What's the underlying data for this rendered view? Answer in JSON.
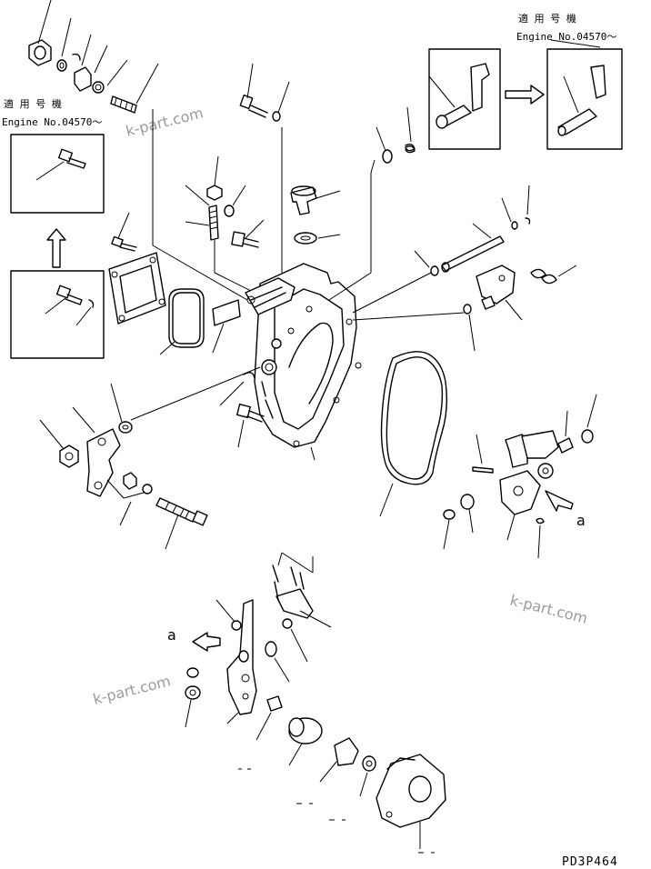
{
  "labels": {
    "applicable_model_left": "適 用 号 機",
    "engine_no_left": "Engine No.04570～",
    "applicable_model_right": "適 用 号 機",
    "engine_no_right": "Engine No.04570～",
    "view_a_right": "a",
    "view_a_lower": "a",
    "drawing_code": "PD3P464"
  },
  "watermarks": [
    "k-part.com",
    "k-part.com",
    "k-part.com"
  ],
  "colors": {
    "line": "#000000",
    "watermark": "#9a9a9a",
    "background": "#ffffff"
  }
}
